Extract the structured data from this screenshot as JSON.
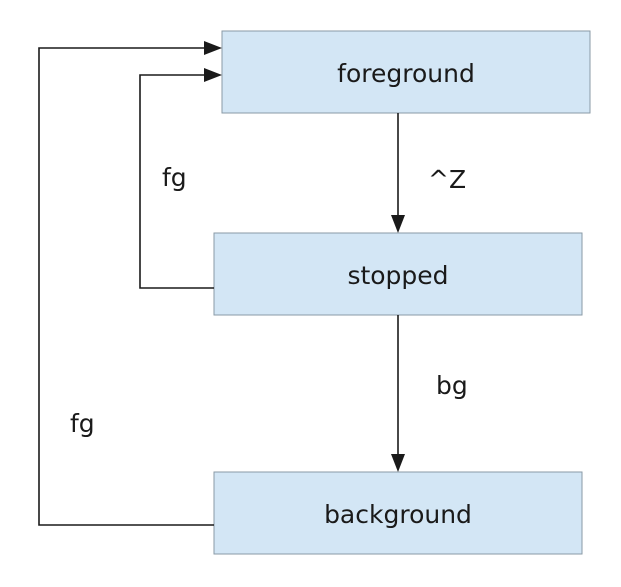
{
  "states": {
    "foreground": "foreground",
    "stopped": "stopped",
    "background": "background"
  },
  "transitions": {
    "foreground_to_stopped": "^Z",
    "stopped_to_background": "bg",
    "stopped_to_foreground": "fg",
    "background_to_foreground": "fg"
  },
  "colors": {
    "box_fill": "#d3e6f5",
    "box_border": "#8a9aa6",
    "line": "#1a1a1a"
  }
}
